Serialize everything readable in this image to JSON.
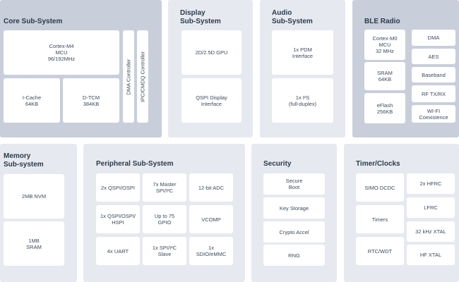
{
  "core": {
    "title": "Core Sub-System",
    "mcu": "Cortex-M4\nMCU\n96/192MHz",
    "icache": "I-Cache\n64KB",
    "dtcm": "D-TCM\n384KB",
    "dma": "DMA Controller",
    "ipc": "IPC/CMDQ Controller"
  },
  "display": {
    "title": "Display\nSub-System",
    "gpu": "2D/2.5D GPU",
    "qspi": "QSPI Display\nInterface"
  },
  "audio": {
    "title": "Audio\nSub-System",
    "pdm": "1x PDM\nInterface",
    "i2s": "1x I²S\n(full-duplex)"
  },
  "ble": {
    "title": "BLE Radio",
    "mcu": "Cortex-M0\nMCU\n32 MHz",
    "sram": "SRAM\n64KB",
    "eflash": "eFlash\n256KB",
    "dma": "DMA",
    "aes": "AES",
    "baseband": "Baseband",
    "rf": "RF TX/RX",
    "wifi": "WI-FI\nCoexistence"
  },
  "memory": {
    "title": "Memory\nSub-system",
    "nvm": "2MB NVM",
    "sram": "1MB\nSRAM"
  },
  "peripheral": {
    "title": "Peripheral Sub-System",
    "items": [
      "2x QSPI/OSPI",
      "7x Master\nSPI/I²C",
      "12-bit ADC",
      "1x QSPI/OSPI/\nHSPI",
      "Up to 75\nGPIO",
      "VCOMP",
      "4x UART",
      "1x SPI/I²C\nSlave",
      "1x\nSDIO/eMMC"
    ]
  },
  "security": {
    "title": "Security",
    "items": [
      "Secure\nBoot",
      "Key Storage",
      "Crypto Accel",
      "RNG"
    ]
  },
  "timers": {
    "title": "Timer/Clocks",
    "simo": "SIMO DCDC",
    "timers": "Timers",
    "rtc": "RTC/WDT",
    "hfrc": "2x HFRC",
    "lfrc": "LFRC",
    "xtal32": "32 kHz XTAL",
    "hfxtal": "HF XTAL"
  }
}
